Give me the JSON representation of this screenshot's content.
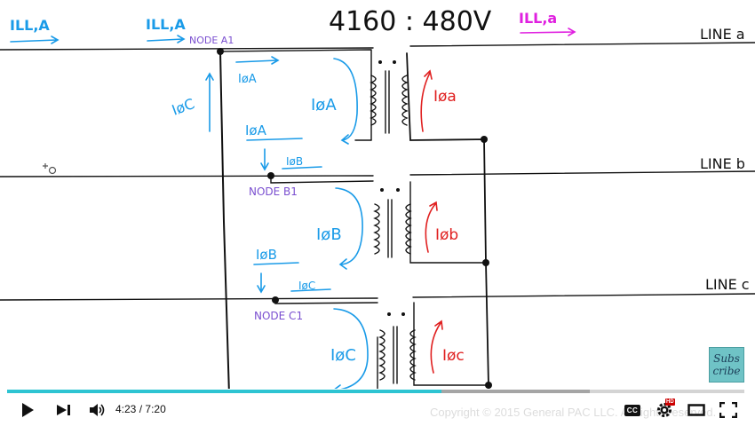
{
  "video": {
    "heading": "4160 : 480V",
    "currents": {
      "line_primary_1": "ILL,A",
      "line_primary_2": "ILL,A",
      "line_secondary": "ILL,a",
      "phase_c_outer": "IøC",
      "phase_a_top": "IøA",
      "phase_a_coil": "IøA",
      "phase_a_lower": "IøA",
      "phase_b_small": "IøB",
      "phase_b_coil": "IøB",
      "phase_b_lower": "IøB",
      "phase_c_small": "IøC",
      "phase_c_coil": "IøC",
      "sec_a": "Iøa",
      "sec_b": "Iøb",
      "sec_c": "Iøc"
    },
    "nodes": {
      "a": "NODE A1",
      "b": "NODE B1",
      "c": "NODE C1"
    },
    "lines": {
      "a": "LINE a",
      "b": "LINE b",
      "c": "LINE c"
    },
    "colors": {
      "primary": "#1a9be8",
      "secondary": "#e02020",
      "line_current": "#e020e0",
      "node": "#7a4fd0",
      "ink": "#111111"
    }
  },
  "subscribe": {
    "line1": "Subs",
    "line2": "cribe"
  },
  "copyright": "Copyright © 2015 General PAC LLC. All rights reserved.",
  "player": {
    "played_fraction": 0.589,
    "buffered_fraction": 0.79,
    "progress_color": "#2ec4d2",
    "time": {
      "current": "4:23",
      "separator": "/",
      "duration": "7:20"
    },
    "icons": {
      "play": "play-icon",
      "next": "next-icon",
      "volume": "volume-icon",
      "cc": "captions-icon",
      "settings": "settings-icon",
      "theater": "theater-mode-icon",
      "fullscreen": "fullscreen-icon"
    },
    "cc_label": "CC",
    "hd_label": "HD"
  }
}
